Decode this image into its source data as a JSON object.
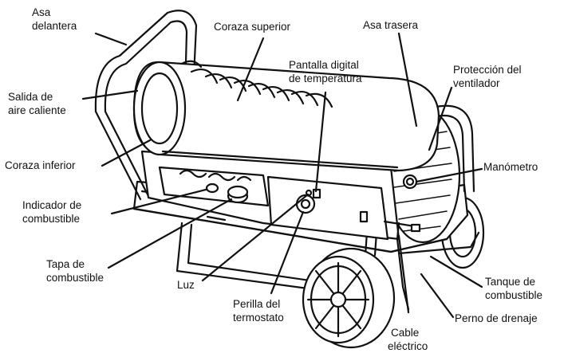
{
  "labels": {
    "asa_delantera": [
      "Asa",
      "delantera"
    ],
    "coraza_superior": "Coraza superior",
    "asa_trasera": "Asa trasera",
    "salida_aire": [
      "Salida de",
      "aire caliente"
    ],
    "pantalla_digital": [
      "Pantalla digital",
      "de temperatura"
    ],
    "proteccion_ventilador": [
      "Protección del",
      "ventilador"
    ],
    "coraza_inferior": "Coraza inferior",
    "manometro": "Manómetro",
    "indicador_combustible": [
      "Indicador de",
      "combustible"
    ],
    "tapa_combustible": [
      "Tapa de",
      "combustible"
    ],
    "luz": "Luz",
    "perilla_termostato": [
      "Perilla del",
      "termostato"
    ],
    "tanque_combustible": [
      "Tanque de",
      "combustible"
    ],
    "perno_drenaje": "Perno de drenaje",
    "cable_electrico": [
      "Cable",
      "eléctrico"
    ]
  }
}
